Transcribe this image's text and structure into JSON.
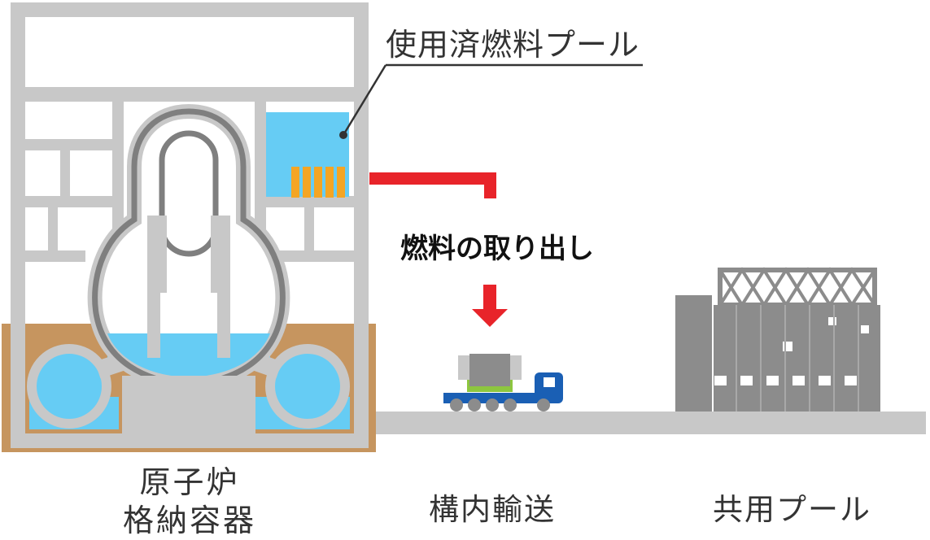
{
  "labels": {
    "spent_fuel_pool": "使用済燃料プール",
    "fuel_extraction": "燃料の取り出し",
    "containment_line1": "原子炉",
    "containment_line2": "格納容器",
    "onsite_transport": "構内輸送",
    "common_pool": "共用プール"
  },
  "colors": {
    "structure_gray": "#c8c8c8",
    "vessel_gray": "#7f7f7f",
    "water_blue": "#66ccf4",
    "fuel_orange": "#f4a524",
    "ground_brown": "#c6955f",
    "arrow_red": "#e8242a",
    "truck_blue": "#1a5fb4",
    "cask_green": "#8dc63f",
    "building_gray": "#8c8c8c"
  }
}
